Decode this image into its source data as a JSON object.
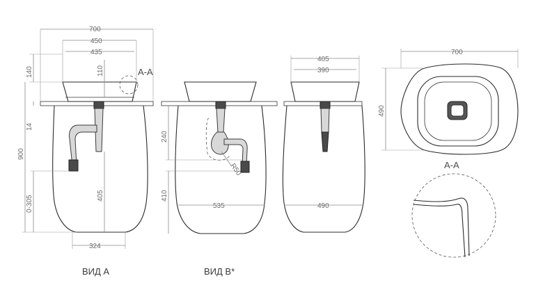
{
  "views": {
    "view_a": {
      "label": "ВИД А",
      "dims": {
        "overall_width": "700",
        "basin_width": "450",
        "inner_width": "435",
        "basin_height": "140",
        "bowl_depth": "110",
        "counter_thickness": "14",
        "total_height": "900",
        "floor_range": "0-305",
        "trap_height": "405",
        "base_width": "324"
      },
      "section_marker": "A-A"
    },
    "view_b": {
      "label": "ВИД В*",
      "dims": {
        "drop_height": "240",
        "trap_height": "410",
        "radius": "R50",
        "base_width": "535"
      }
    },
    "side_view": {
      "dims": {
        "overall_width": "405",
        "inner_width": "390",
        "base_width": "490"
      }
    },
    "top_view": {
      "dims": {
        "width": "700",
        "depth": "490"
      }
    },
    "section_detail": {
      "title": "A-A"
    }
  }
}
